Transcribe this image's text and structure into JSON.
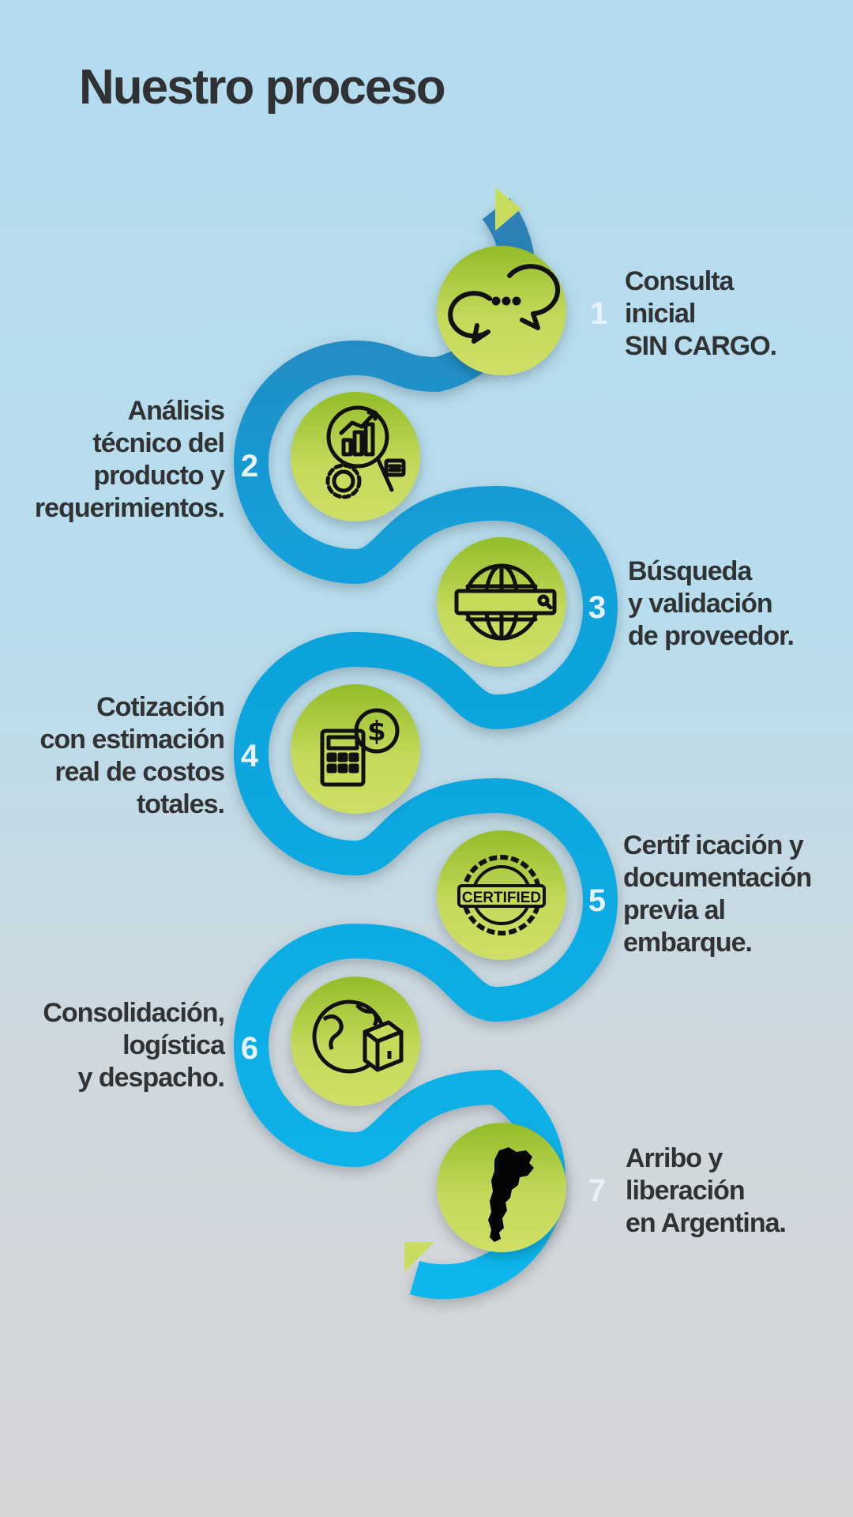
{
  "title": "Nuestro proceso",
  "colors": {
    "path_dark": "#2f7fb4",
    "path_light": "#0eb5ea",
    "circle_light": "#c8dc5e",
    "circle_dark": "#93bd2a",
    "text": "#303234"
  },
  "steps": [
    {
      "number": "1",
      "text": "Consulta\ninicial\nSIN CARGO.",
      "icon": "chat-bubbles-icon"
    },
    {
      "number": "2",
      "text": "Análisis\ntécnico del\nproducto y\nrequerimientos.",
      "icon": "analysis-magnifier-icon"
    },
    {
      "number": "3",
      "text": "Búsqueda\ny validación\nde proveedor.",
      "icon": "globe-search-icon"
    },
    {
      "number": "4",
      "text": "Cotización\ncon estimación\nreal de costos\ntotales.",
      "icon": "calculator-dollar-icon"
    },
    {
      "number": "5",
      "text": "Certif icación y\ndocumentación\nprevia al\nembarque.",
      "icon": "certified-seal-icon",
      "seal_text": "CERTIFIED"
    },
    {
      "number": "6",
      "text": "Consolidación,\nlogística\ny despacho.",
      "icon": "globe-box-icon"
    },
    {
      "number": "7",
      "text": "Arribo y\nliberación\nen Argentina.",
      "icon": "argentina-map-icon"
    }
  ]
}
